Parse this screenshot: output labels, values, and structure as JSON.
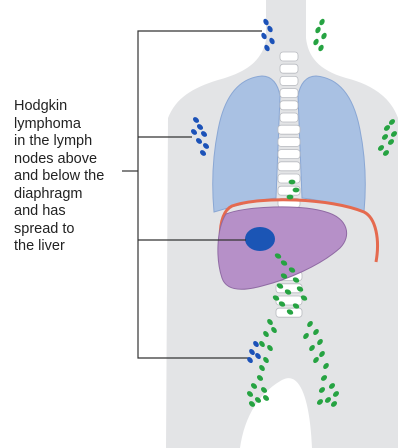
{
  "caption": {
    "lines": [
      "Hodgkin",
      "lymphoma",
      "in the lymph",
      "nodes above",
      "and below the",
      "diaphragm",
      "and has",
      "spread to",
      "the liver"
    ]
  },
  "colors": {
    "body": "#e3e4e6",
    "lung": "#a9c1e3",
    "lung_edge": "#8aa7d4",
    "spine": "#ffffff",
    "spine_edge": "#b9bbc0",
    "liver": "#b690c8",
    "liver_edge": "#8f6aa3",
    "tumor": "#1b55b5",
    "diaphragm": "#e56a4f",
    "node_green": "#26a342",
    "node_blue": "#1c52b8",
    "leader": "#333333"
  }
}
